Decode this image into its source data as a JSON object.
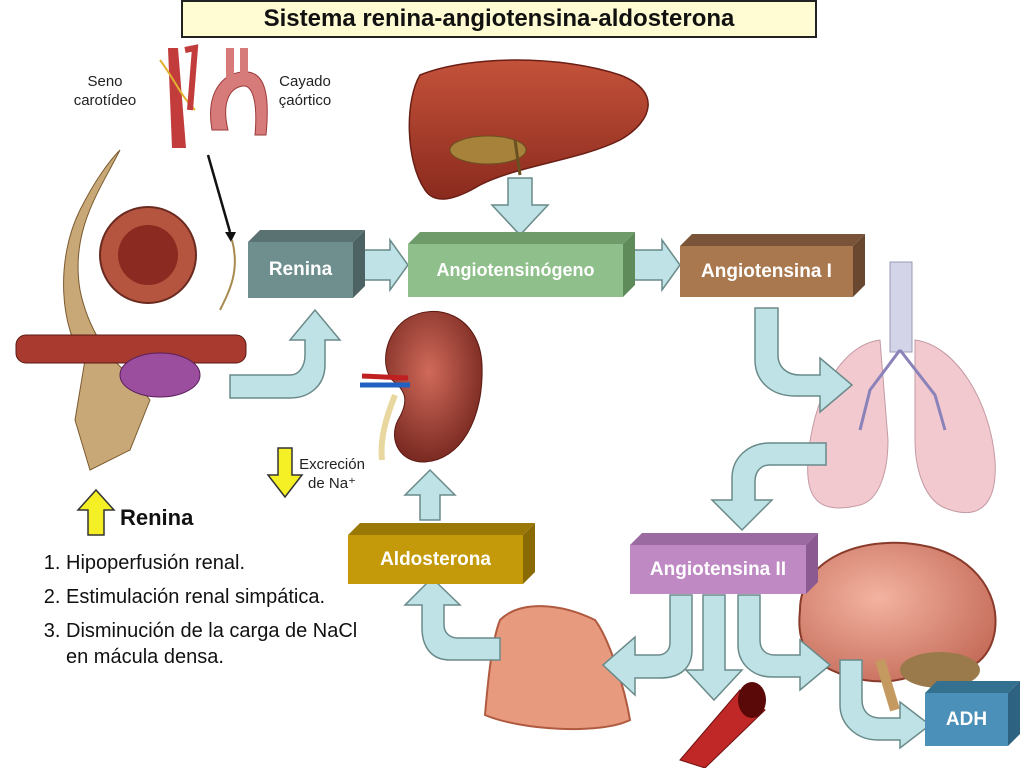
{
  "title": "Sistema renina-angiotensina-aldosterona",
  "labels": {
    "seno": "Seno\ncarotídeo",
    "cayado": "Cayado\nçaórtico",
    "excrecion": "Excreción\nde Na⁺"
  },
  "boxes": {
    "renina": "Renina",
    "angiotensinogeno": "Angiotensinógeno",
    "angiotensina1": "Angiotensina I",
    "aldosterona": "Aldosterona",
    "angiotensina2": "Angiotensina II",
    "adh": "ADH"
  },
  "renina_heading": "Renina",
  "causes": [
    "Hipoperfusión renal.",
    "Estimulación renal simpática.",
    "Disminución de la carga de NaCl en mácula densa."
  ],
  "colors": {
    "renina": "#6f8f8f",
    "angiotensinogeno": "#8fbf8a",
    "angiotensina1": "#a9784f",
    "aldosterona": "#c49a0a",
    "angiotensina2": "#bf89c4",
    "adh": "#4a90b8",
    "arrow_fill": "#bfe2e6",
    "up_arrow": "#f5f026"
  }
}
